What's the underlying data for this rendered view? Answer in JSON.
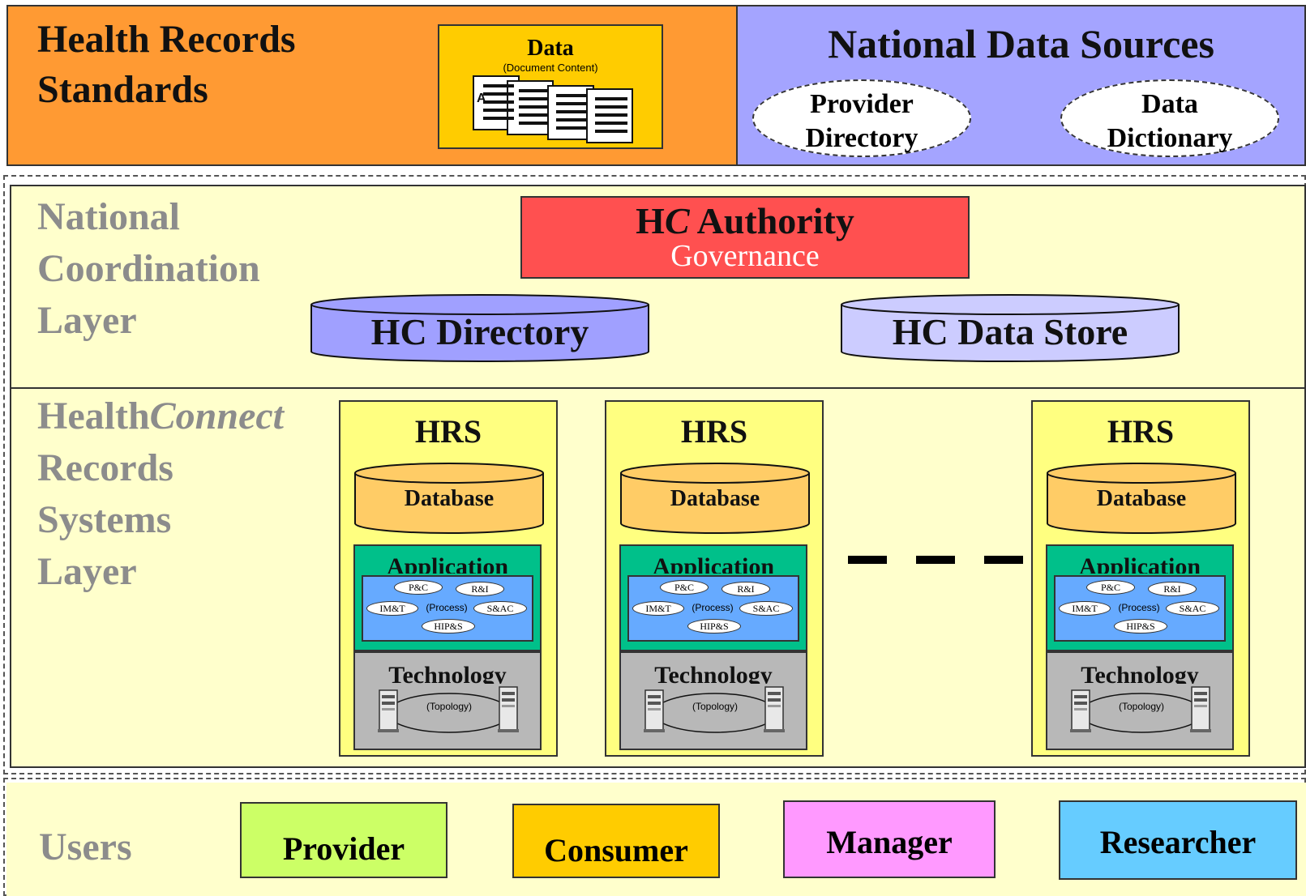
{
  "top": {
    "standards_title_line1": "Health Records",
    "standards_title_line2": "Standards",
    "data_label": "Data",
    "data_sub_label": "(Document Content)",
    "doc_letter": "A",
    "national_sources_title": "National Data Sources",
    "provider_dir_line1": "Provider",
    "provider_dir_line2": "Directory",
    "data_dict_line1": "Data",
    "data_dict_line2": "Dictionary"
  },
  "coordination": {
    "label_line1": "National",
    "label_line2": "Coordination",
    "label_line3": "Layer",
    "authority_prefix": "H",
    "authority_italic": "C",
    "authority_suffix": " Authority",
    "authority_sub": "Governance",
    "directory_label": "HC Directory",
    "datastore_label": "HC Data Store"
  },
  "records": {
    "label_prefix": "Health",
    "label_italic": "Connect",
    "label_line2": "Records",
    "label_line3": "Systems",
    "label_line4": "Layer",
    "hrs": [
      {
        "title": "HRS",
        "database": "Database",
        "application": "Application",
        "pc": "P&C",
        "ri": "R&I",
        "imt": "IM&T",
        "process": "(Process)",
        "sac": "S&AC",
        "hips": "HIP&S",
        "technology": "Technology",
        "topology": "(Topology)"
      },
      {
        "title": "HRS",
        "database": "Database",
        "application": "Application",
        "pc": "P&C",
        "ri": "R&I",
        "imt": "IM&T",
        "process": "(Process)",
        "sac": "S&AC",
        "hips": "HIP&S",
        "technology": "Technology",
        "topology": "(Topology)"
      },
      {
        "title": "HRS",
        "database": "Database",
        "application": "Application",
        "pc": "P&C",
        "ri": "R&I",
        "imt": "IM&T",
        "process": "(Process)",
        "sac": "S&AC",
        "hips": "HIP&S",
        "technology": "Technology",
        "topology": "(Topology)"
      }
    ]
  },
  "users": {
    "label": "Users",
    "provider": "Provider",
    "consumer": "Consumer",
    "manager": "Manager",
    "researcher": "Researcher"
  },
  "colors": {
    "standards_orange": "#ff9a33",
    "sources_purple": "#a4a4ff",
    "authority_red": "#ff5050",
    "directory_purple": "#a0a0ff",
    "datastore_lavender": "#ccccff",
    "layer_yellow": "#ffffcc",
    "hrs_yellow": "#ffff80",
    "database_orange": "#ffcc66",
    "application_green": "#00c08a",
    "process_blue": "#66aaff",
    "technology_grey": "#b8b8b8",
    "provider_green": "#ccff66",
    "consumer_orange": "#ffcc00",
    "manager_pink": "#ff99ff",
    "researcher_blue": "#66ccff"
  }
}
